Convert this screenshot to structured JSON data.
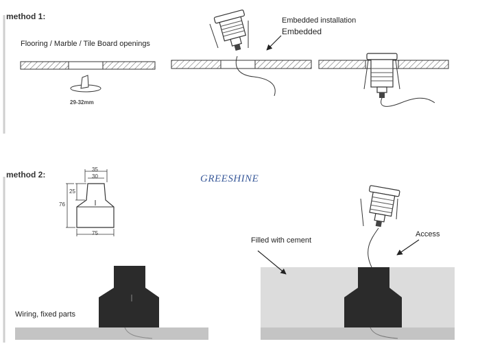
{
  "method1": {
    "heading": "method 1:",
    "opening_label": "Flooring / Marble / Tile Board openings",
    "hole_size": "29-32mm",
    "embedded_installation": "Embedded installation",
    "embedded": "Embedded"
  },
  "method2": {
    "heading": "method 2:",
    "dims": {
      "top_outer": "35",
      "top_inner": "30",
      "neck_height": "25",
      "total_height": "76",
      "base_width": "75"
    },
    "wiring_label": "Wiring, fixed parts",
    "cement_label": "Filled with cement",
    "access_label": "Access"
  },
  "brand": "GREESHINE",
  "colors": {
    "line": "#333333",
    "sleeve": "#2b2b2b",
    "ground": "#c4c4c4",
    "cement": "#dcdcdc",
    "brand": "#3a5a9a"
  }
}
